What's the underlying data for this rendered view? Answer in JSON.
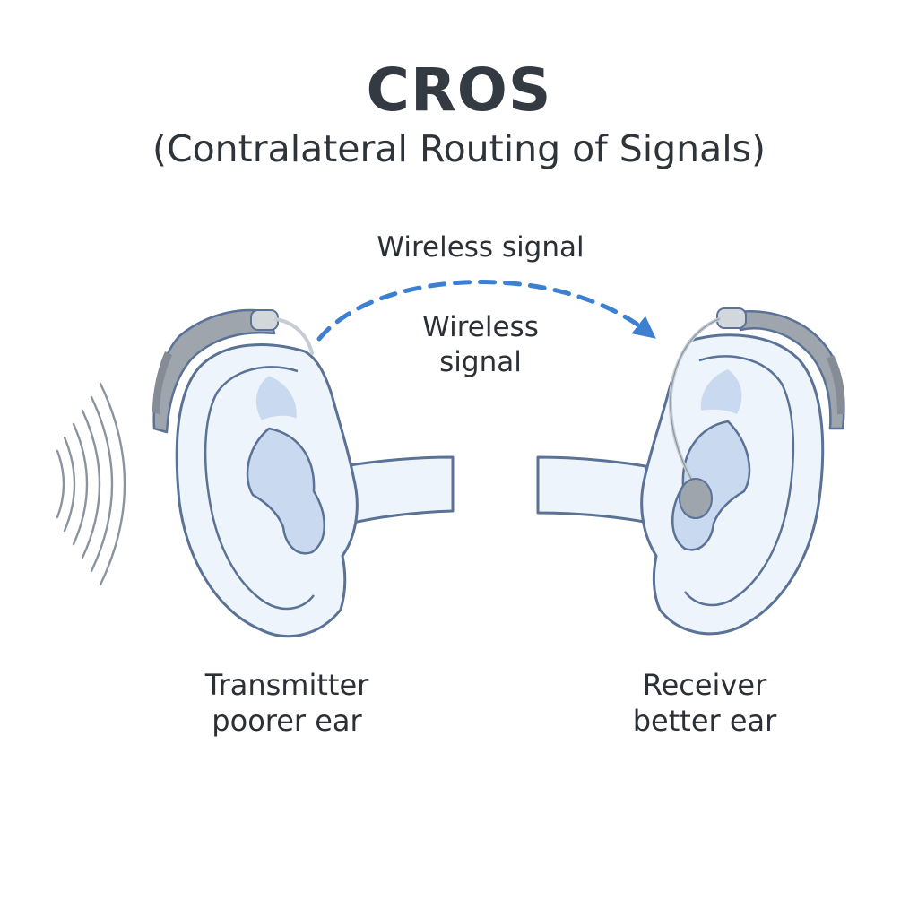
{
  "title": "CROS",
  "subtitle": "(Contralateral Routing of Signals)",
  "signal_label_top": "Wireless signal",
  "signal_label_mid_line1": "Wireless",
  "signal_label_mid_line2": "signal",
  "left_ear": {
    "line1": "Transmitter",
    "line2": "poorer ear"
  },
  "right_ear": {
    "line1": "Receiver",
    "line2": "better ear"
  },
  "colors": {
    "outline": "#5a7296",
    "skin": "#eef4fb",
    "inner": "#c9d9ef",
    "device": "#9ea5ad",
    "device_dark": "#858c95",
    "arrow": "#3d7fd1",
    "sound_waves": "#8a94a0"
  }
}
